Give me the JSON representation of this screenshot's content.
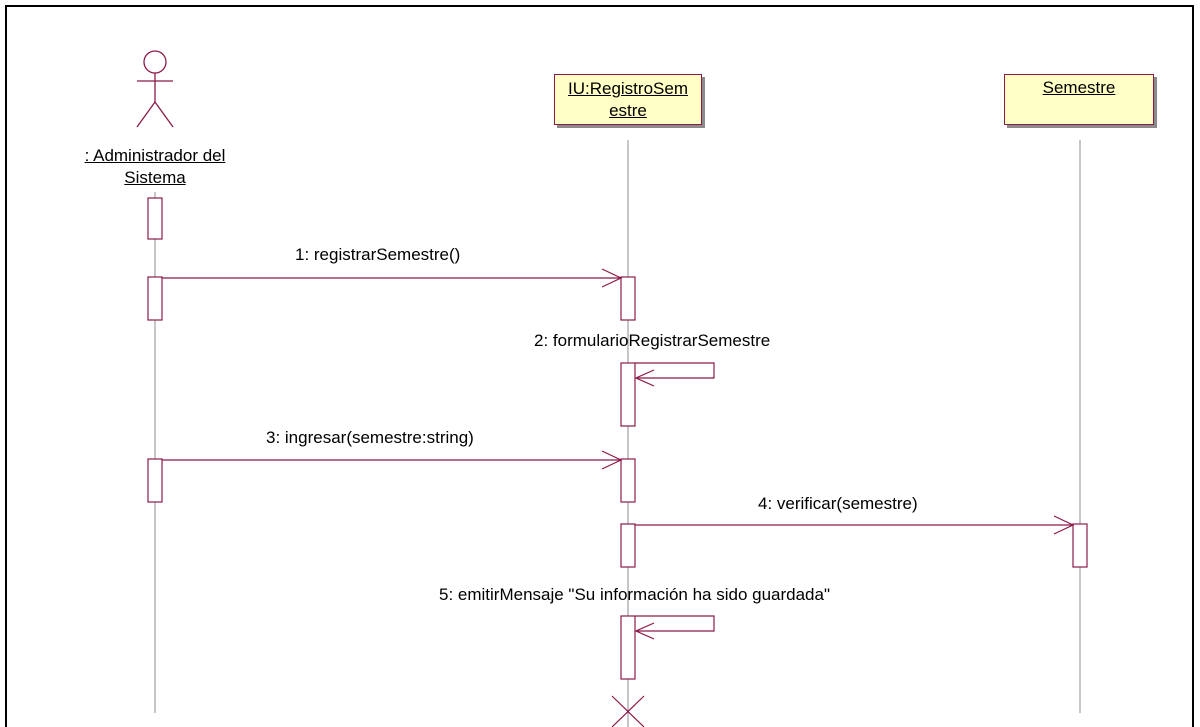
{
  "actor": {
    "label_line1": ": Administrador del",
    "label_line2": "Sistema"
  },
  "objects": [
    {
      "id": "ui",
      "label_line1": "IU:RegistroSem",
      "label_line2": "estre"
    },
    {
      "id": "semestre",
      "label_line1": "Semestre"
    }
  ],
  "messages": [
    {
      "text": "1: registrarSemestre()"
    },
    {
      "text": "2: formularioRegistrarSemestre"
    },
    {
      "text": "3: ingresar(semestre:string)"
    },
    {
      "text": "4: verificar(semestre)"
    },
    {
      "text": "5: emitirMensaje \"Su información ha sido guardada\""
    }
  ],
  "colors": {
    "line": "#8b1a4a",
    "lifeline": "#8c8c8c",
    "box_fill": "#ffffc6",
    "shadow": "#8b8b8b"
  }
}
